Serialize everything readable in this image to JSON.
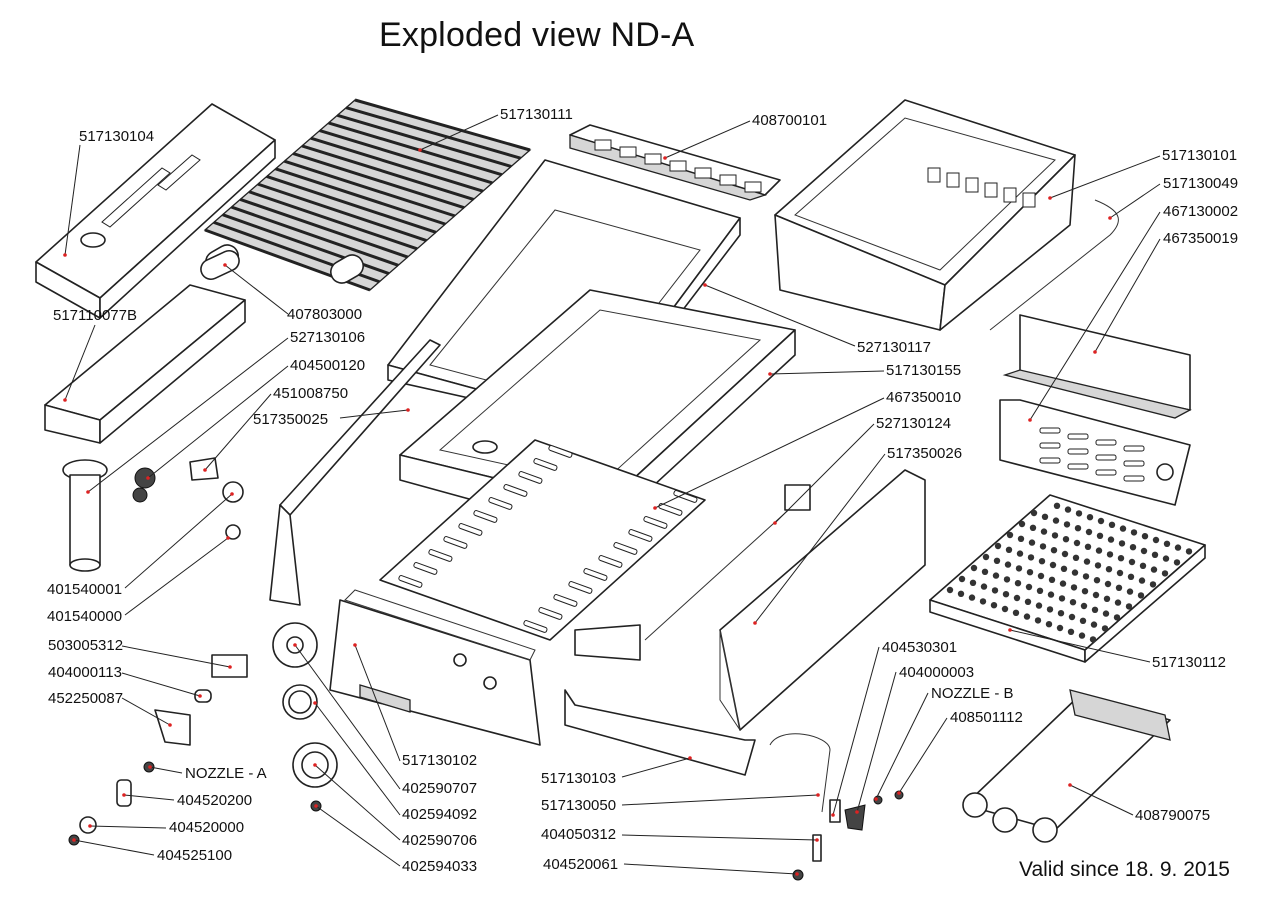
{
  "title": "Exploded view ND-A",
  "footer": "Valid since 18. 9. 2015",
  "parts": [
    {
      "id": "p01",
      "label": "517130104"
    },
    {
      "id": "p02",
      "label": "517130111"
    },
    {
      "id": "p03",
      "label": "408700101"
    },
    {
      "id": "p04",
      "label": "517130101"
    },
    {
      "id": "p05",
      "label": "517130049"
    },
    {
      "id": "p06",
      "label": "467130002"
    },
    {
      "id": "p07",
      "label": "467350019"
    },
    {
      "id": "p08",
      "label": "407803000"
    },
    {
      "id": "p09",
      "label": "517110077B"
    },
    {
      "id": "p10",
      "label": "527130106"
    },
    {
      "id": "p11",
      "label": "404500120"
    },
    {
      "id": "p12",
      "label": "451008750"
    },
    {
      "id": "p13",
      "label": "517350025"
    },
    {
      "id": "p14",
      "label": "527130117"
    },
    {
      "id": "p15",
      "label": "517130155"
    },
    {
      "id": "p16",
      "label": "467350010"
    },
    {
      "id": "p17",
      "label": "527130124"
    },
    {
      "id": "p18",
      "label": "517350026"
    },
    {
      "id": "p19",
      "label": "401540001"
    },
    {
      "id": "p20",
      "label": "401540000"
    },
    {
      "id": "p21",
      "label": "503005312"
    },
    {
      "id": "p22",
      "label": "404000113"
    },
    {
      "id": "p23",
      "label": "452250087"
    },
    {
      "id": "p24",
      "label": "NOZZLE - A"
    },
    {
      "id": "p25",
      "label": "404520200"
    },
    {
      "id": "p26",
      "label": "404520000"
    },
    {
      "id": "p27",
      "label": "404525100"
    },
    {
      "id": "p28",
      "label": "517130102"
    },
    {
      "id": "p29",
      "label": "402590707"
    },
    {
      "id": "p30",
      "label": "402594092"
    },
    {
      "id": "p31",
      "label": "402590706"
    },
    {
      "id": "p32",
      "label": "402594033"
    },
    {
      "id": "p33",
      "label": "517130103"
    },
    {
      "id": "p34",
      "label": "517130050"
    },
    {
      "id": "p35",
      "label": "404050312"
    },
    {
      "id": "p36",
      "label": "404520061"
    },
    {
      "id": "p37",
      "label": "404530301"
    },
    {
      "id": "p38",
      "label": "404000003"
    },
    {
      "id": "p39",
      "label": "NOZZLE - B"
    },
    {
      "id": "p40",
      "label": "408501112"
    },
    {
      "id": "p41",
      "label": "408790075"
    },
    {
      "id": "p42",
      "label": "517130112"
    }
  ]
}
